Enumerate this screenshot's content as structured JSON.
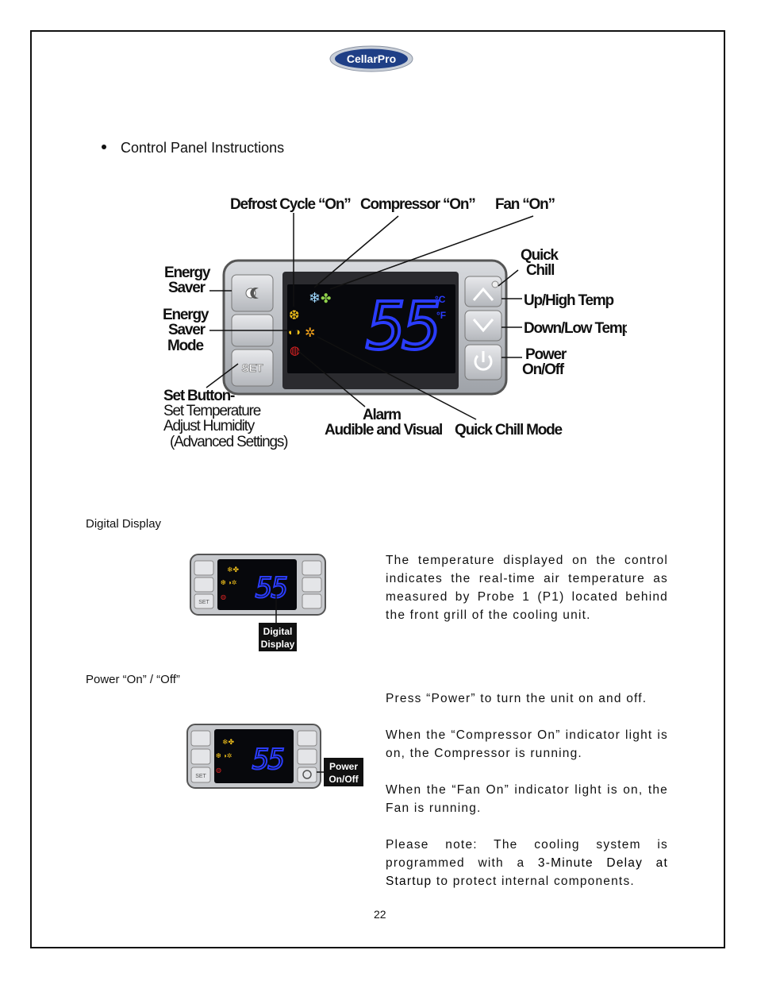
{
  "logo": {
    "text": "CellarPro"
  },
  "bullet": {
    "text": "Control Panel Instructions"
  },
  "diagram": {
    "labels": {
      "defrost": "Defrost Cycle “On”",
      "compressor": "Compressor “On”",
      "fan": "Fan “On”",
      "energy_saver_1": "Energy",
      "energy_saver_2": "Saver",
      "esm_1": "Energy",
      "esm_2": "Saver",
      "esm_3": "Mode",
      "quick_chill_1": "Quick",
      "quick_chill_2": "Chill",
      "up_high": "Up/High Temp",
      "down_low": "Down/Low Temp",
      "power_1": "Power",
      "power_2": "On/Off",
      "set_title": "Set Button-",
      "set_line1": "Set Temperature",
      "set_line2": "Adjust Humidity",
      "set_line3": "(Advanced Settings)",
      "alarm_1": "Alarm",
      "alarm_2": "Audible and Visual",
      "quick_chill_mode": "Quick Chill Mode"
    },
    "display_value": "55",
    "unit_c": "°C",
    "unit_f": "°F",
    "set_key": "SET"
  },
  "digital_display": {
    "heading": "Digital Display",
    "callout_1": "Digital",
    "callout_2": "Display",
    "text": "The temperature displayed on the control indicates the real-time air temperature as measured by Probe 1 (P1) located behind the front grill of the cooling unit."
  },
  "power": {
    "heading": "Power “On” / “Off”",
    "callout_1": "Power",
    "callout_2": "On/Off",
    "p1": "Press “Power” to turn the unit on and off.",
    "p2": "When the “Compressor On” indicator light is on, the Compressor is running.",
    "p3": "When the “Fan On” indicator light is on, the Fan is running.",
    "p4_pre": "Please note: The cooling system is programmed with a ",
    "p4_em": "3-Minute Delay at Startup",
    "p4_post": " to protect internal components."
  },
  "page_number": "22"
}
